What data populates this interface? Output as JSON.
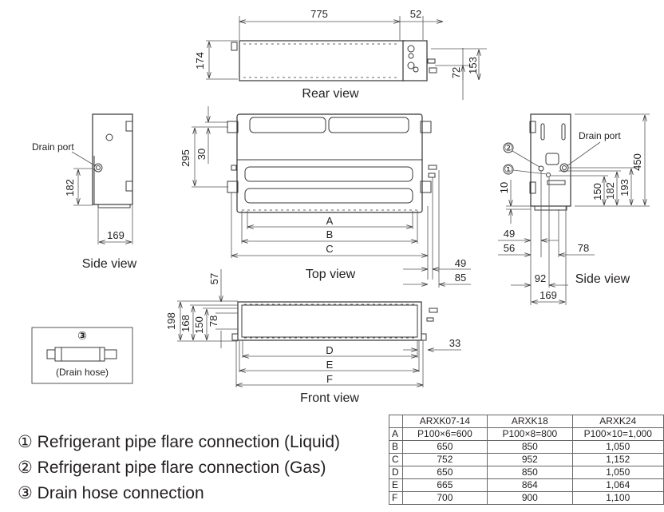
{
  "views": {
    "rear": {
      "label": "Rear view",
      "dims": {
        "width_main": "775",
        "width_box": "52",
        "height": "174",
        "height_right": "153",
        "pipe_height": "72"
      }
    },
    "top": {
      "label": "Top view",
      "dims": {
        "depth": "295",
        "hanger_offset": "30",
        "A": "A",
        "B": "B",
        "C": "C",
        "right_49": "49",
        "right_85": "85"
      }
    },
    "front": {
      "label": "Front view",
      "dims": {
        "top_57": "57",
        "h198": "198",
        "h168": "168",
        "h150": "150",
        "h78": "78",
        "D": "D",
        "E": "E",
        "F": "F",
        "right_33": "33"
      }
    },
    "side_left": {
      "label": "Side view",
      "drain_port": "Drain port",
      "dims": {
        "h182": "182",
        "w169": "169"
      }
    },
    "side_right": {
      "label": "Side view",
      "drain_port": "Drain port",
      "markers": [
        "②",
        "①"
      ],
      "dims": {
        "h10": "10",
        "h150": "150",
        "h182": "182",
        "h193": "193",
        "h450": "450",
        "w49": "49",
        "w56": "56",
        "w78": "78",
        "w92": "92",
        "w169": "169"
      }
    }
  },
  "drain_hose_box": {
    "marker": "③",
    "caption": "(Drain hose)"
  },
  "legend": [
    "① Refrigerant pipe flare connection (Liquid)",
    "② Refrigerant pipe flare connection (Gas)",
    "③ Drain hose connection"
  ],
  "spec_table": {
    "headers": [
      "",
      "ARXK07-14",
      "ARXK18",
      "ARXK24"
    ],
    "rows": [
      {
        "key": "A",
        "values": [
          "P100×6=600",
          "P100×8=800",
          "P100×10=1,000"
        ]
      },
      {
        "key": "B",
        "values": [
          "650",
          "850",
          "1,050"
        ]
      },
      {
        "key": "C",
        "values": [
          "752",
          "952",
          "1,152"
        ]
      },
      {
        "key": "D",
        "values": [
          "650",
          "850",
          "1,050"
        ]
      },
      {
        "key": "E",
        "values": [
          "665",
          "864",
          "1,064"
        ]
      },
      {
        "key": "F",
        "values": [
          "700",
          "900",
          "1,100"
        ]
      }
    ]
  }
}
